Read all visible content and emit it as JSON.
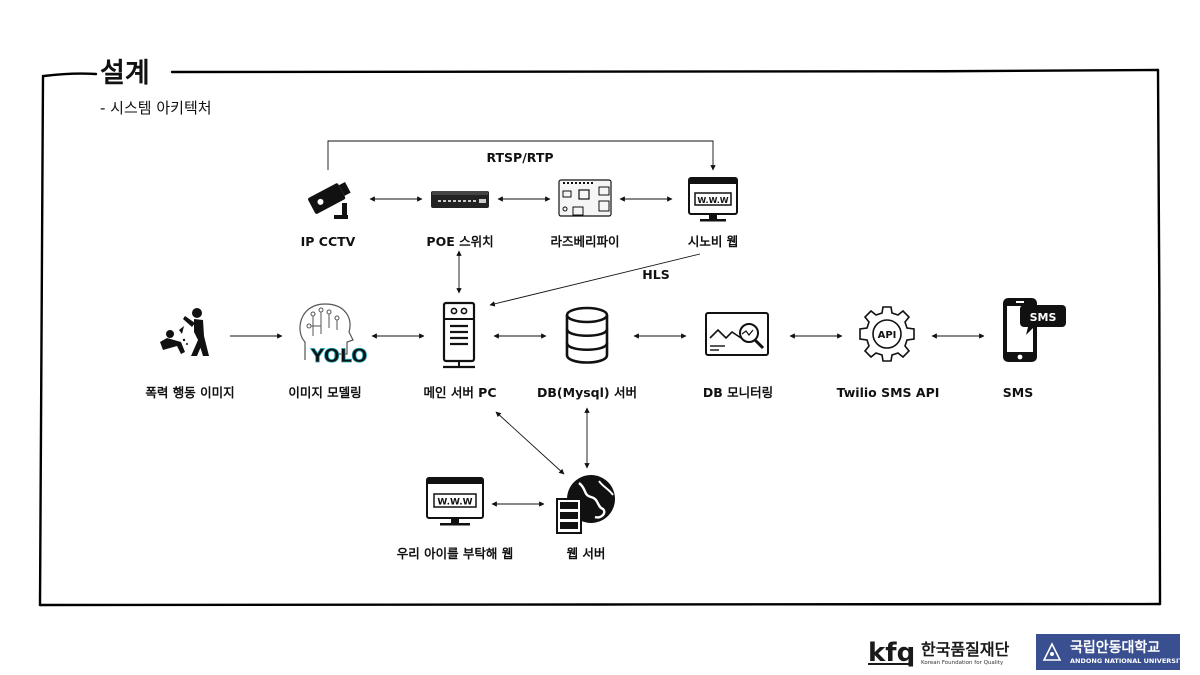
{
  "header": {
    "title": "설계",
    "subtitle": "- 시스템 아키텍처"
  },
  "nodes": {
    "ip_cctv": "IP CCTV",
    "poe_switch": "POE 스위치",
    "raspberry_pi": "라즈베리파이",
    "synology_web": "시노비 웹",
    "violence_image": "폭력 행동 이미지",
    "image_modeling": "이미지 모델링",
    "main_server": "메인 서버 PC",
    "db_server": "DB(Mysql) 서버",
    "db_monitoring": "DB 모니터링",
    "twilio_api": "Twilio SMS API",
    "sms": "SMS",
    "child_web": "우리 아이를 부탁해 웹",
    "web_server": "웹 서버"
  },
  "edge_labels": {
    "rtsp": "RTSP/RTP",
    "hls": "HLS"
  },
  "icon_text": {
    "www": "W.W.W",
    "api": "API",
    "sms_bubble": "SMS",
    "yolo": "YOLO"
  },
  "footer": {
    "kfq_logo_text": "kfq",
    "kfq_name": "한국품질재단",
    "kfq_english": "Korean Foundation for Quality",
    "university_name": "국립안동대학교",
    "university_english": "ANDONG NATIONAL UNIVERSITY",
    "university_bg_color": "#3a4f8f"
  }
}
